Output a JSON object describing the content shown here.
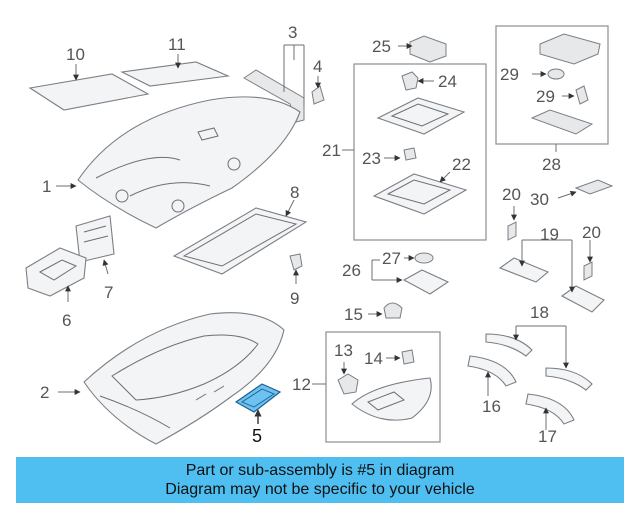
{
  "callouts": {
    "c1": "1",
    "c2": "2",
    "c3": "3",
    "c4": "4",
    "c5": "5",
    "c6": "6",
    "c7": "7",
    "c8": "8",
    "c9": "9",
    "c10": "10",
    "c11": "11",
    "c12": "12",
    "c13": "13",
    "c14": "14",
    "c15": "15",
    "c16": "16",
    "c17": "17",
    "c18": "18",
    "c19": "19",
    "c20a": "20",
    "c20b": "20",
    "c21": "21",
    "c22": "22",
    "c23": "23",
    "c24": "24",
    "c25": "25",
    "c26": "26",
    "c27": "27",
    "c28": "28",
    "c29a": "29",
    "c29b": "29",
    "c30": "30"
  },
  "highlight_color": "#1e8fd6",
  "banner": {
    "line1": "Part or sub-assembly is #5 in diagram",
    "line2": "Diagram may not be specific to your vehicle",
    "color": "#4fbff2"
  }
}
